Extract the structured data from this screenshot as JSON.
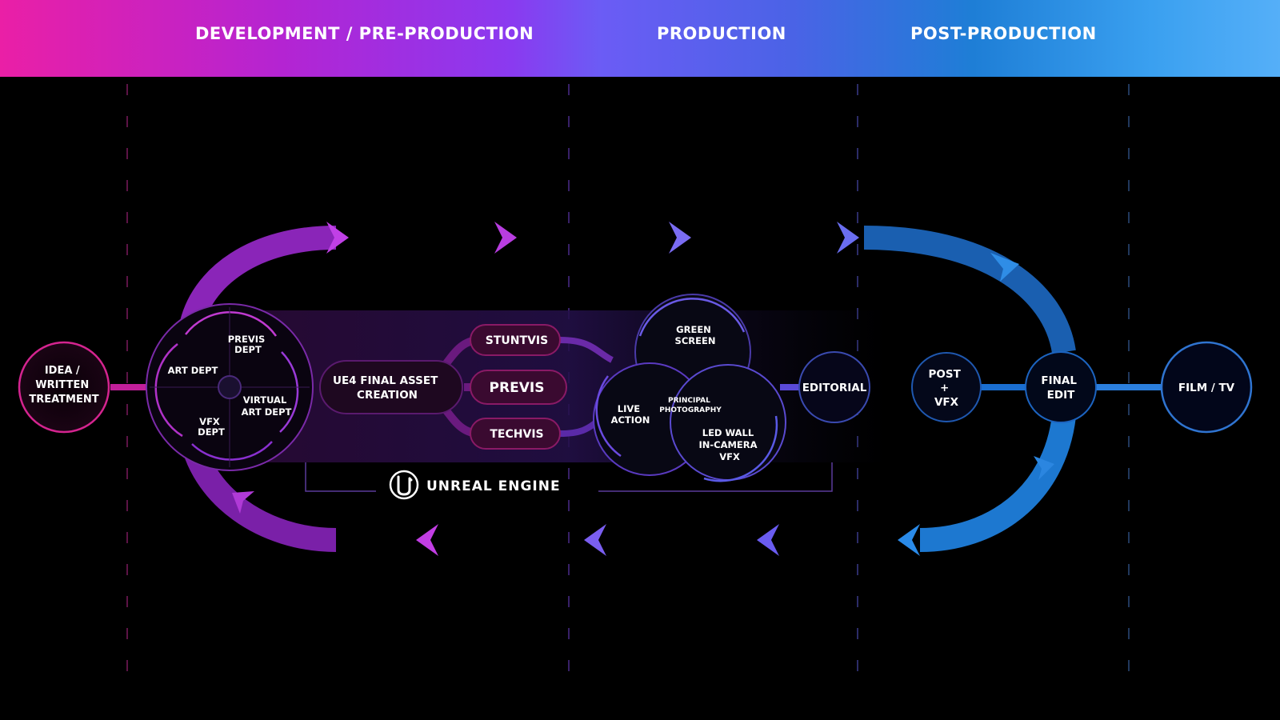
{
  "header": {
    "phases": [
      {
        "label": "DEVELOPMENT / PRE-PRODUCTION"
      },
      {
        "label": "PRODUCTION"
      },
      {
        "label": "POST-PRODUCTION"
      }
    ]
  },
  "nodes": {
    "idea": [
      "IDEA /",
      "WRITTEN",
      "TREATMENT"
    ],
    "dept_cycle": {
      "previs": [
        "PREVIS",
        "DEPT"
      ],
      "art": [
        "ART DEPT"
      ],
      "virtual_art": [
        "VIRTUAL",
        "ART DEPT"
      ],
      "vfx": [
        "VFX",
        "DEPT"
      ]
    },
    "ue4": [
      "UE4 FINAL ASSET",
      "CREATION"
    ],
    "stuntvis": "STUNTVIS",
    "previs": "PREVIS",
    "techvis": "TECHVIS",
    "production_cycle": {
      "green_screen": [
        "GREEN",
        "SCREEN"
      ],
      "live_action": [
        "LIVE",
        "ACTION"
      ],
      "principal": [
        "PRINCIPAL",
        "PHOTOGRAPHY"
      ],
      "led_wall": [
        "LED WALL",
        "IN-CAMERA",
        "VFX"
      ]
    },
    "editorial": "EDITORIAL",
    "post_vfx": [
      "POST",
      "+",
      "VFX"
    ],
    "final_edit": [
      "FINAL",
      "EDIT"
    ],
    "film_tv": "FILM / TV"
  },
  "brand": {
    "logo_icon": "unreal-engine-logo",
    "label": "UNREAL ENGINE"
  },
  "colors": {
    "magenta": "#e8249e",
    "purple": "#9b2bd6",
    "violet": "#6a5cf0",
    "blue": "#1a78d4",
    "light_blue": "#4aa3f2"
  }
}
